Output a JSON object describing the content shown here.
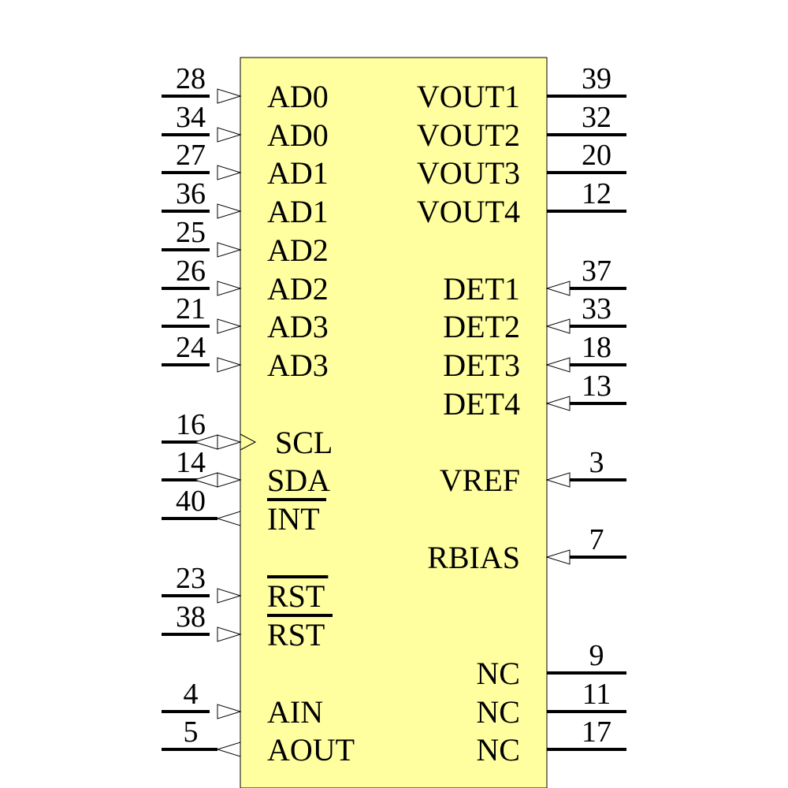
{
  "component": {
    "body_color": "#ffffa0",
    "outline_color": "#000000",
    "left_pins": [
      {
        "num": "28",
        "label": "AD0",
        "dir": "in"
      },
      {
        "num": "34",
        "label": "AD0",
        "dir": "in"
      },
      {
        "num": "27",
        "label": "AD1",
        "dir": "in"
      },
      {
        "num": "36",
        "label": "AD1",
        "dir": "in"
      },
      {
        "num": "25",
        "label": "AD2",
        "dir": "in"
      },
      {
        "num": "26",
        "label": "AD2",
        "dir": "in"
      },
      {
        "num": "21",
        "label": "AD3",
        "dir": "in"
      },
      {
        "num": "24",
        "label": "AD3",
        "dir": "in"
      },
      {
        "num": "16",
        "label": "SCL",
        "dir": "clock-bidir"
      },
      {
        "num": "14",
        "label": "SDA",
        "dir": "bidir"
      },
      {
        "num": "40",
        "label": "INT",
        "dir": "out",
        "active_low": true
      },
      {
        "num": "23",
        "label": "RST",
        "dir": "in",
        "active_low": true
      },
      {
        "num": "38",
        "label": "RST",
        "dir": "in"
      },
      {
        "num": "4",
        "label": "AIN",
        "dir": "in"
      },
      {
        "num": "5",
        "label": "AOUT",
        "dir": "out"
      }
    ],
    "right_pins": [
      {
        "num": "39",
        "label": "VOUT1",
        "dir": "passive"
      },
      {
        "num": "32",
        "label": "VOUT2",
        "dir": "passive"
      },
      {
        "num": "20",
        "label": "VOUT3",
        "dir": "passive"
      },
      {
        "num": "12",
        "label": "VOUT4",
        "dir": "passive"
      },
      {
        "num": "37",
        "label": "DET1",
        "dir": "in"
      },
      {
        "num": "33",
        "label": "DET2",
        "dir": "in"
      },
      {
        "num": "18",
        "label": "DET3",
        "dir": "in"
      },
      {
        "num": "13",
        "label": "DET4",
        "dir": "in"
      },
      {
        "num": "3",
        "label": "VREF",
        "dir": "in"
      },
      {
        "num": "7",
        "label": "RBIAS",
        "dir": "in"
      },
      {
        "num": "9",
        "label": "NC",
        "dir": "passive"
      },
      {
        "num": "11",
        "label": "NC",
        "dir": "passive"
      },
      {
        "num": "17",
        "label": "NC",
        "dir": "passive"
      }
    ]
  }
}
